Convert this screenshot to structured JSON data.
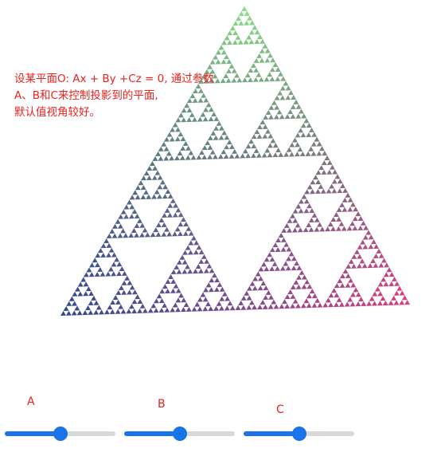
{
  "description": {
    "lines": [
      "设某平面O: Ax + By +Cz = 0, 通过参数",
      "A、B和C来控制投影到的平面,",
      "默认值视角较好。"
    ]
  },
  "sliders": [
    {
      "label": "A",
      "value": 0.5
    },
    {
      "label": "B",
      "value": 0.5
    },
    {
      "label": "C",
      "value": 0.5
    }
  ],
  "colors": {
    "text": "#e8231f",
    "slider_accent": "#1a73e8",
    "slider_track": "#d9d9d9",
    "vertex_top": "#7fe07c",
    "vertex_left": "#2f4a8a",
    "vertex_right": "#e83a7a"
  }
}
